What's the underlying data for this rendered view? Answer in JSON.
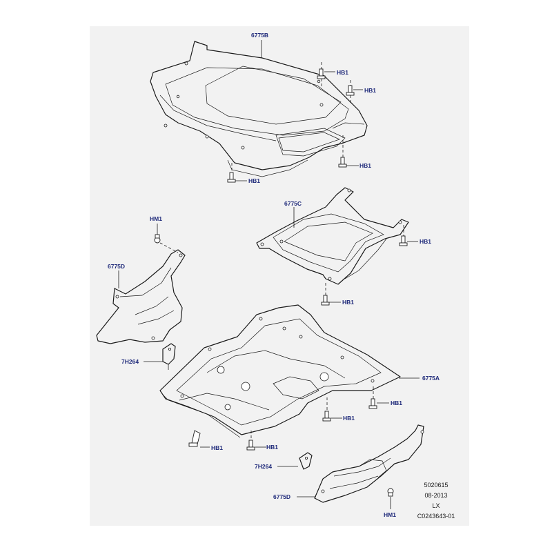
{
  "labels": {
    "part_6775B": "6775B",
    "part_6775C": "6775C",
    "part_6775D": "6775D",
    "part_6775A": "6775A",
    "part_7H264": "7H264",
    "fastener_HB1": "HB1",
    "fastener_HM1": "HM1"
  },
  "info_block": {
    "line1": "5020615",
    "line2": "08-2013",
    "line3": "LX",
    "line4": "C0243643-01"
  },
  "colors": {
    "label_text": "#1f2a7a",
    "linework": "#1a1a1a",
    "background_panel": "#f2f2f2"
  }
}
